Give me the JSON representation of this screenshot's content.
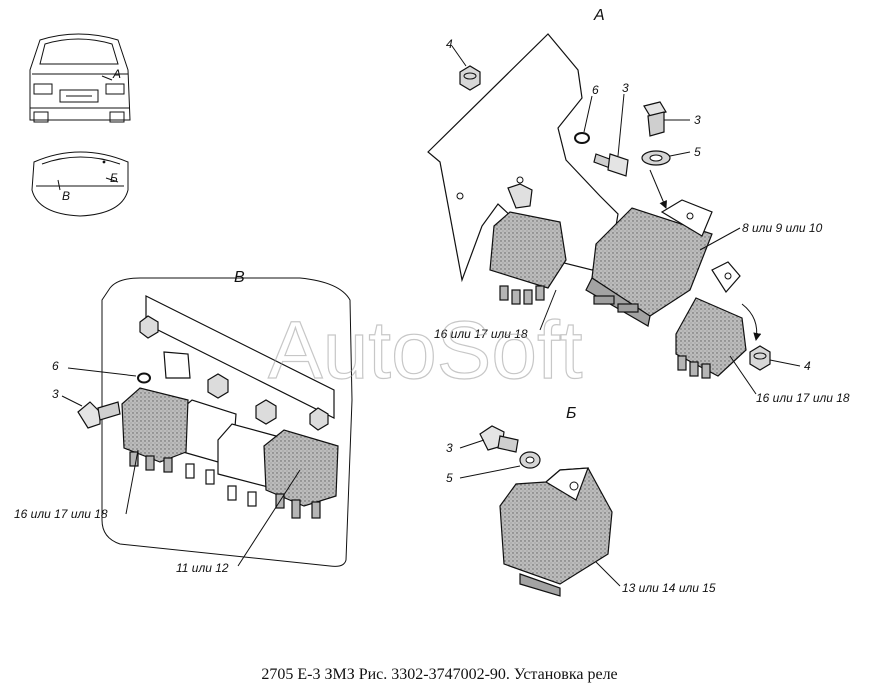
{
  "watermark": "AutoSoft",
  "caption": "2705 Е-3 ЗМЗ Рис. 3302-3747002-90. Установка реле",
  "views": {
    "a": "А",
    "b": "Б",
    "v": "В"
  },
  "thumb_labels": {
    "a": "А",
    "b": "Б",
    "v": "В"
  },
  "callouts": {
    "c4": "4",
    "c6": "6",
    "c3": "3",
    "c3b": "3",
    "c5": "5",
    "c8": "8 или 9 или 10",
    "c16a": "16 или 17 или 18",
    "c4b": "4",
    "c16b": "16 или 17 или 18",
    "c3v": "3",
    "c6v": "6",
    "c16v": "16 или 17 или 18",
    "c11": "11 или 12",
    "c3s": "3",
    "c5s": "5",
    "c13": "13 или 14 или 15"
  },
  "colors": {
    "relay_fill": "#a9a9a9",
    "line": "#111111"
  }
}
